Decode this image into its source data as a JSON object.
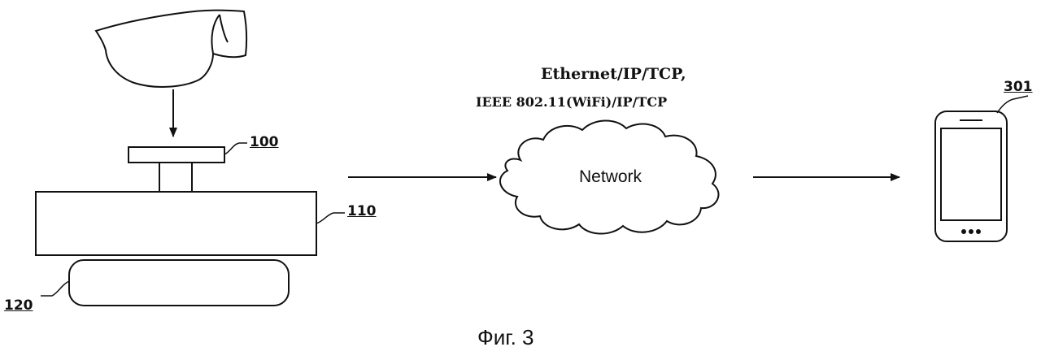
{
  "labels": {
    "sensor": "100",
    "base": "110",
    "holder": "120",
    "phone": "301"
  },
  "protocols": {
    "line1": "Ethernet/IP/TCP,",
    "line2": "IEEE 802.11(WiFi)/IP/TCP"
  },
  "cloud": {
    "text": "Network"
  },
  "caption": "Фиг. 3"
}
